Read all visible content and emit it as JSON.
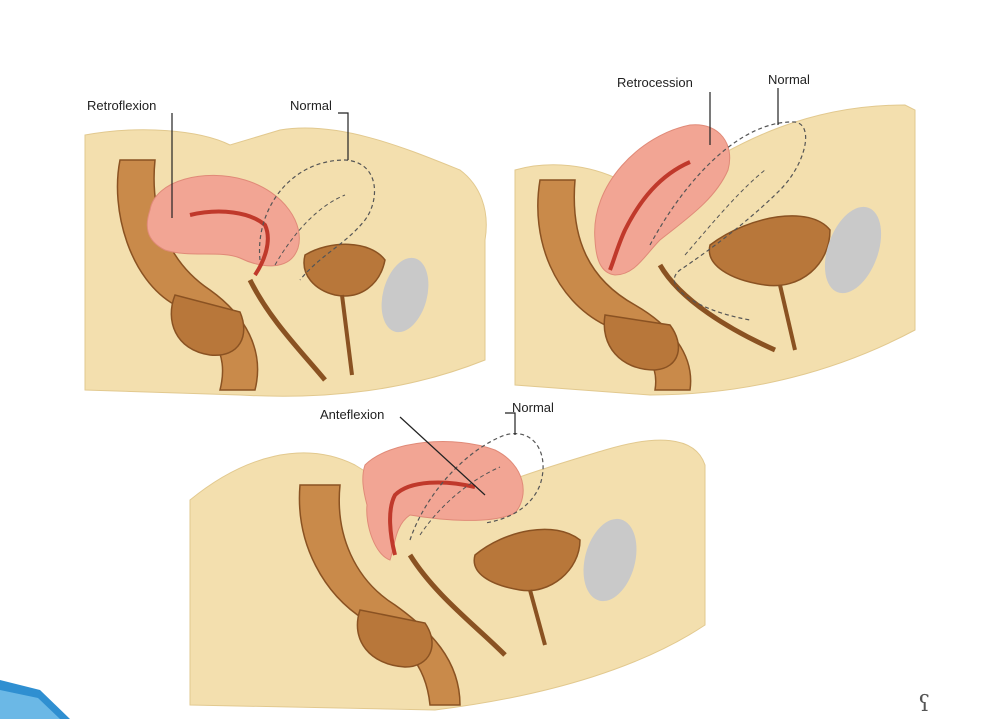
{
  "panels": [
    {
      "id": "retroflexion",
      "condition_label": "Retroflexion",
      "normal_label": "Normal"
    },
    {
      "id": "retrocession",
      "condition_label": "Retrocession",
      "normal_label": "Normal"
    },
    {
      "id": "anteflexion",
      "condition_label": "Anteflexion",
      "normal_label": "Normal"
    }
  ],
  "decor": {
    "corner_glyph": "ʕ"
  },
  "colors": {
    "tissue": "#f3dfae",
    "tissue_edge": "#e2c98f",
    "uterus": "#f2a594",
    "uterus_dark": "#c0392b",
    "organ_brown": "#b8773a",
    "organ_brown_dark": "#8a5222",
    "bladder_gray": "#c9c9c9",
    "accent_blue": "#2f8fd1"
  }
}
